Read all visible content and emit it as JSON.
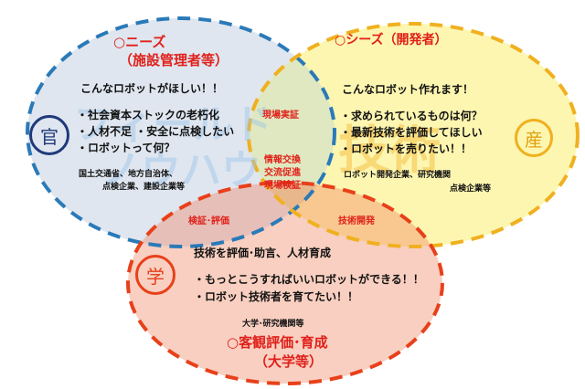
{
  "colors": {
    "gov": "#1f6fb0",
    "industry": "#f0b020",
    "academia": "#e8401a",
    "heading": "#e0201a"
  },
  "gov": {
    "seal": "官",
    "title1": "○ニーズ",
    "title2": "（施設管理者等）",
    "lead": "こんなロボットがほしい！！",
    "bullets": [
      "・社会資本ストックの老朽化",
      "・人材不足 ・安全に点検したい",
      "・ロボットって何？"
    ],
    "orgs1": "国土交通省、地方自治体、",
    "orgs2": "点検企業、建設企業等",
    "watermark1": "フィールド",
    "watermark2": "ノウハウ"
  },
  "industry": {
    "seal": "産",
    "title": "○シーズ（開発者）",
    "lead": "こんなロボット作れます！",
    "bullets": [
      "・求められているものは何？",
      "・最新技術を評価してほしい",
      "・ロボットを売りたい！！"
    ],
    "orgs1": "ロボット開発企業、研究機関",
    "orgs2": "点検企業等",
    "watermark": "技術"
  },
  "academia": {
    "seal": "学",
    "lead": "技術を評価･助言、人材育成",
    "bullets": [
      "・もっとこうすればいいロボットができる！！",
      "・ロボット技術者を育てたい！！"
    ],
    "orgs": "大学･研究機関等",
    "title1": "○客観評価･育成",
    "title2": "（大学等）"
  },
  "overlaps": {
    "gov_industry": "現場実証",
    "center": [
      "情報交換",
      "交流促進",
      "現場検証"
    ],
    "gov_academia": "検証･評価",
    "industry_academia": "技術開発"
  }
}
